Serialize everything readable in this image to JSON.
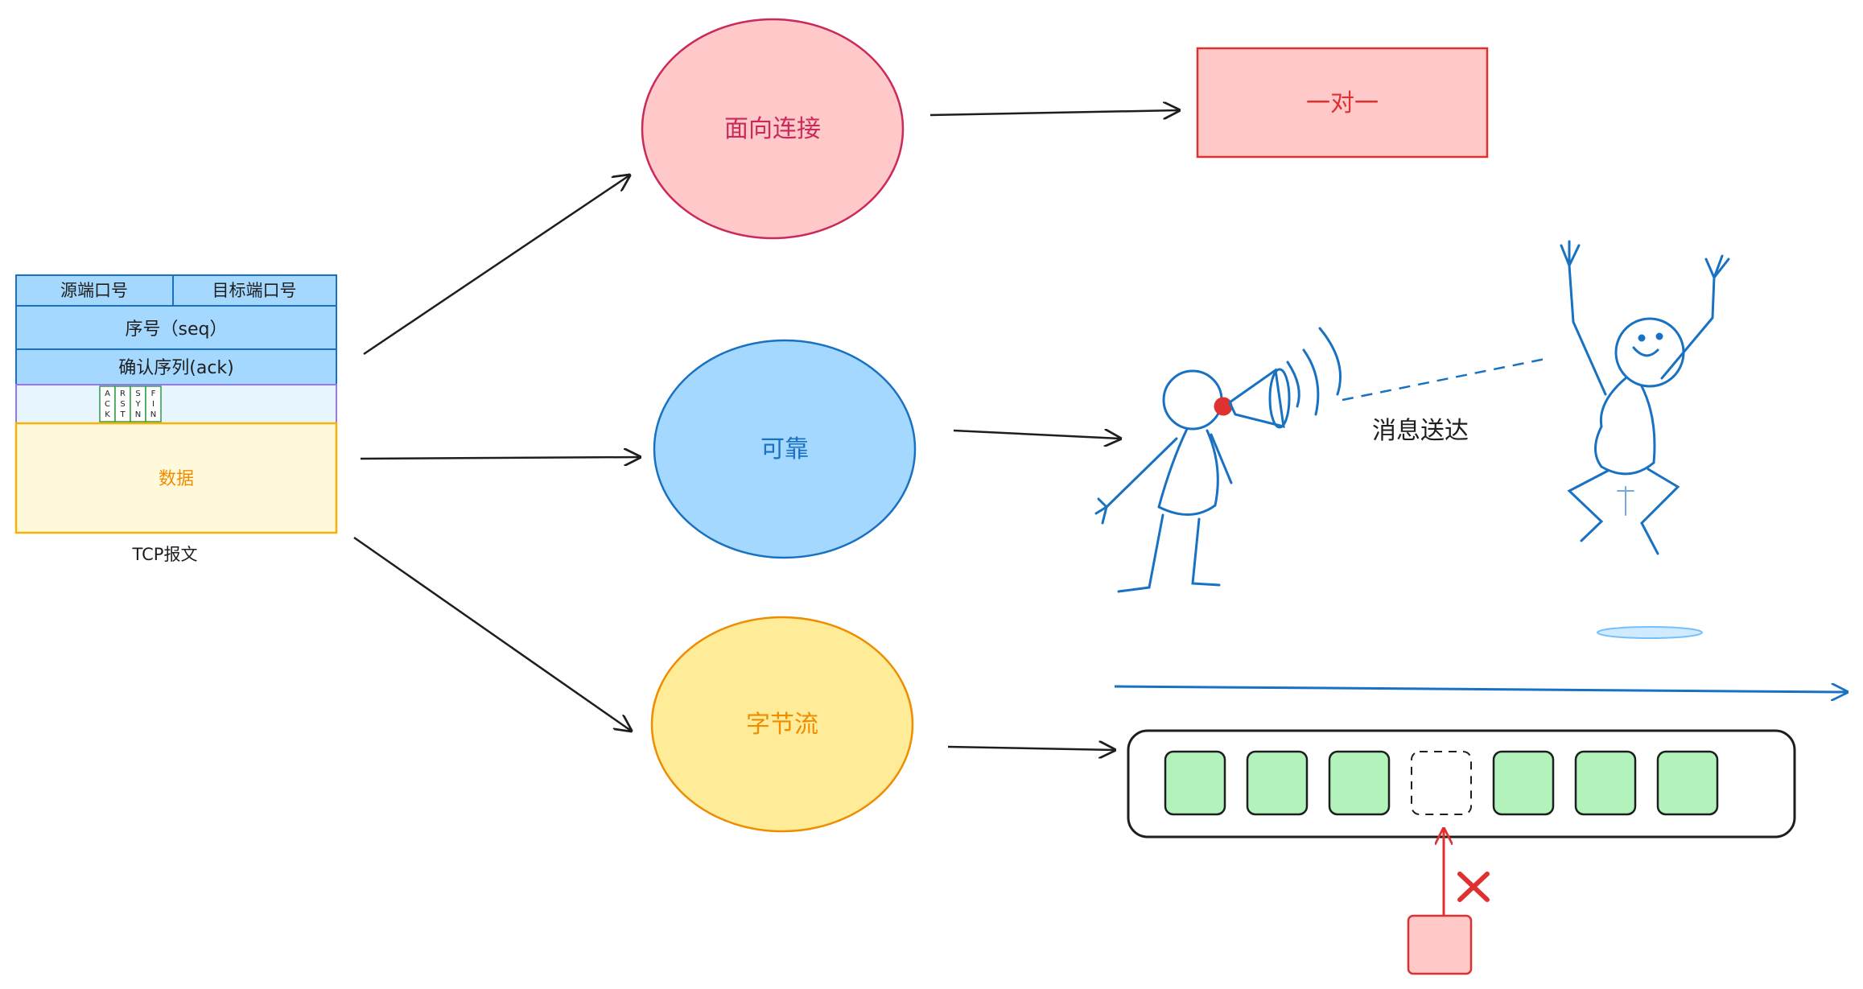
{
  "tcp_packet": {
    "caption": "TCP报文",
    "src_port": "源端口号",
    "dst_port": "目标端口号",
    "seq": "序号（seq）",
    "ack": "确认序列(ack)",
    "flags": [
      {
        "letters": [
          "A",
          "C",
          "K"
        ]
      },
      {
        "letters": [
          "R",
          "S",
          "T"
        ]
      },
      {
        "letters": [
          "S",
          "Y",
          "N"
        ]
      },
      {
        "letters": [
          "F",
          "I",
          "N"
        ]
      }
    ],
    "data": "数据"
  },
  "features": [
    {
      "label": "面向连接",
      "fill": "#ffc9c9",
      "stroke": "#c92a5a",
      "text_color": "#c92a5a"
    },
    {
      "label": "可靠",
      "fill": "#a5d8ff",
      "stroke": "#1971c2",
      "text_color": "#1971c2"
    },
    {
      "label": "字节流",
      "fill": "#ffec99",
      "stroke": "#f08c00",
      "text_color": "#f08c00"
    }
  ],
  "one_to_one": {
    "label": "一对一",
    "fill": "#ffc9c9",
    "stroke": "#e03131",
    "text_color": "#e03131"
  },
  "reliable_scene": {
    "message": "消息送达",
    "figure_color": "#1971c2"
  },
  "byte_stream": {
    "blocks": [
      {
        "state": "filled"
      },
      {
        "state": "filled"
      },
      {
        "state": "filled"
      },
      {
        "state": "missing"
      },
      {
        "state": "filled"
      },
      {
        "state": "filled"
      },
      {
        "state": "filled"
      }
    ],
    "block_fill": "#b2f2bb",
    "direction_color": "#1971c2",
    "reject_color": "#e03131"
  },
  "colors": {
    "header_blue": "#a5d8ff",
    "header_stroke": "#1971c2",
    "flags_fill": "#e7f5ff",
    "flags_stroke": "#9775fa",
    "data_fill": "#fff9db",
    "data_stroke": "#fab005"
  }
}
